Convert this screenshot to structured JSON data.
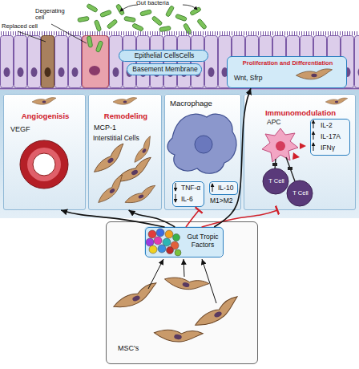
{
  "diagram": {
    "nodes": [
      {
        "text": [
          "Epithelial CellsCells"
        ]
      },
      {
        "text": [
          "Basement Membrane"
        ]
      },
      {
        "text": [
          "Proliferation and Differentiation",
          "Wnt, Sfrp"
        ]
      },
      {
        "text": [
          "Angiogenisis",
          "VEGF"
        ]
      },
      {
        "text": [
          "Remodeling",
          "MCP-1",
          "Interstitial Cells"
        ]
      },
      {
        "text": [
          "Macrophage",
          "M1>M2"
        ]
      },
      {
        "text": [
          "TNF-α",
          "IL-6"
        ],
        "in": 5
      },
      {
        "text": [
          "IL-10"
        ],
        "in": 5
      },
      {
        "text": [
          "Immunomodulation",
          "APC",
          "T Cell",
          "T Cell"
        ]
      },
      {
        "text": [
          "IL-2",
          "IL-17A",
          "IFNγ"
        ],
        "in": 8
      },
      {
        "text": [
          "MSC's"
        ]
      },
      {
        "text": [
          "Gut Tropic Factors"
        ],
        "in": 10
      }
    ],
    "edges": [
      {
        "from": 11,
        "to": 3,
        "arrow": "to"
      },
      {
        "from": 11,
        "to": 4,
        "arrow": "to"
      },
      {
        "from": 11,
        "to": 5,
        "arrow": "none"
      },
      {
        "from": 11,
        "to": 8,
        "arrow": "none"
      },
      {
        "from": 11,
        "to": 2,
        "arrow": "to"
      }
    ],
    "labels": [
      "Degerating cell",
      "Gut bacteria",
      "Replaced cell"
    ]
  }
}
